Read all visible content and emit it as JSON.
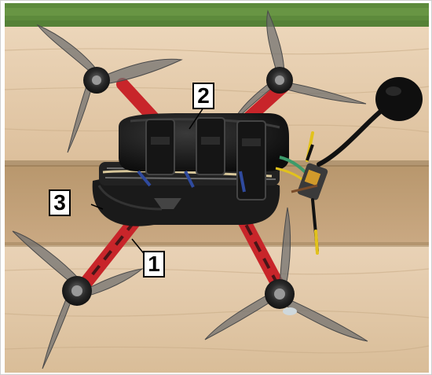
{
  "figure": {
    "callouts": [
      {
        "id": "1",
        "label": "1"
      },
      {
        "id": "2",
        "label": "2"
      },
      {
        "id": "3",
        "label": "3"
      }
    ]
  },
  "colors": {
    "grass": "#5d8a3c",
    "wood_light": "#e8cfb1",
    "wood_shadow": "#a3865d",
    "frame_arm_red": "#c8252a",
    "propeller_gray": "#6e6e6e",
    "battery_black": "#1a1a1a",
    "antenna_yellow": "#e2c21c",
    "wire_green": "#3c9b6a"
  },
  "icons": [
    "drone-icon",
    "propeller-icon",
    "motor-icon",
    "antenna-icon",
    "battery-icon"
  ]
}
